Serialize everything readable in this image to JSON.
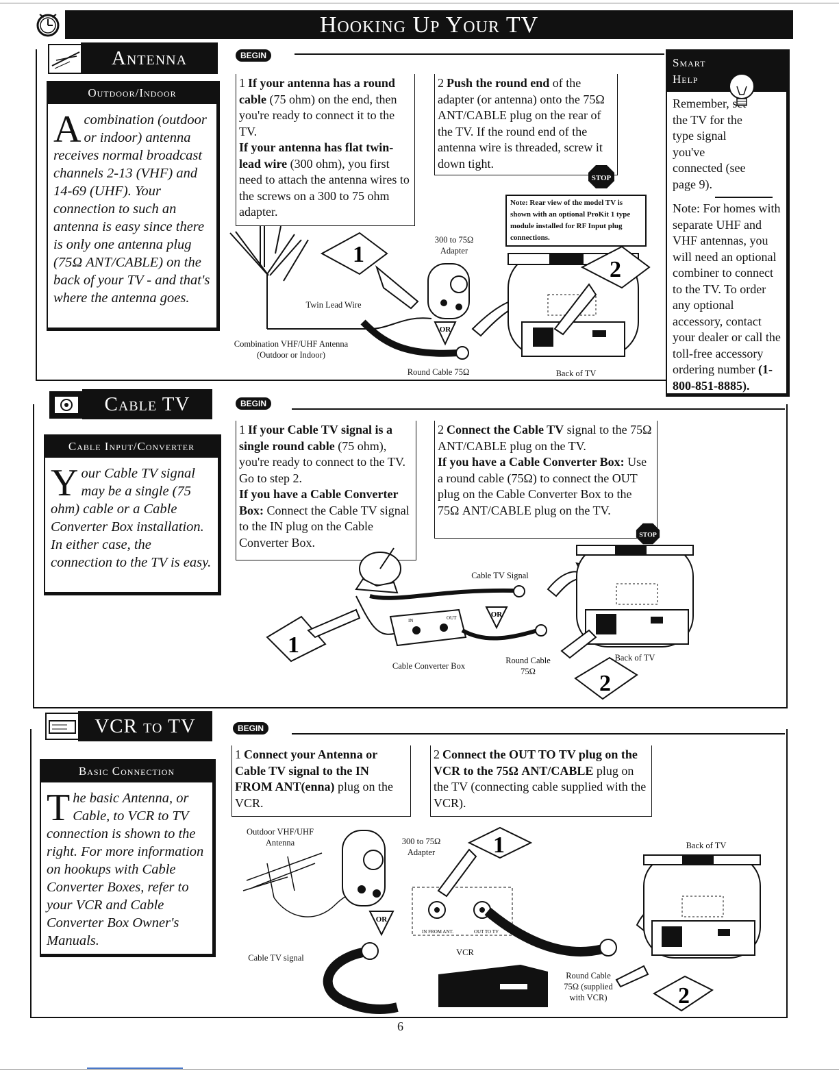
{
  "header": {
    "title": "Hooking Up Your TV"
  },
  "common": {
    "begin": "BEGIN",
    "stop": "STOP",
    "or": "OR"
  },
  "antenna": {
    "title": "Antenna",
    "side_title": "Outdoor/Indoor",
    "side_dropcap": "A",
    "side_text": "combination (outdoor or indoor) antenna receives normal broadcast channels 2-13 (VHF) and 14-69 (UHF). Your connection to such an antenna is easy since there is only one antenna plug (75Ω ANT/CABLE) on the back of your TV - and that's where the antenna goes.",
    "step1_num": "1",
    "step1_lead": "If your antenna has a round cable",
    "step1_text": " (75 ohm) on the end, then you're ready to connect it to the TV.",
    "step1_lead2": "If your antenna has flat twin-lead wire",
    "step1_text2": " (300 ohm), you first need to attach the antenna wires to the screws on a 300 to 75 ohm adapter.",
    "step2_num": "2",
    "step2_lead": "Push the round end",
    "step2_text": " of the adapter (or antenna) onto the 75Ω ANT/CABLE plug on the rear of the TV.  If the round end of the antenna wire is threaded, screw it down tight.",
    "note": "Note: Rear view of the model TV is shown with an optional ProKit 1 type module installed for RF Input plug connections.",
    "captions": {
      "adapter": "300 to 75Ω\nAdapter",
      "twin_lead": "Twin Lead Wire",
      "antenna": "Combination VHF/UHF Antenna\n(Outdoor or Indoor)",
      "round_cable": "Round Cable 75Ω",
      "back_tv": "Back of TV"
    }
  },
  "smart_help": {
    "title_line1": "Smart",
    "title_line2": "Help",
    "remember": "Remember, set the TV for the type signal you've connected (see page 9).",
    "note": "Note: For homes with separate UHF and VHF antennas, you will need an optional combiner to connect to the TV. To order any optional accessory, contact your dealer or call the toll-free accessory ordering number ",
    "phone": "(1-800-851-8885)."
  },
  "cable": {
    "title": "Cable TV",
    "side_title": "Cable Input/Converter",
    "side_dropcap": "Y",
    "side_text": "our Cable TV signal may be a single (75 ohm) cable or a Cable Converter Box installation. In either case, the connection to the TV is easy.",
    "step1_num": "1",
    "step1_lead": "If your Cable TV signal is a single round cable",
    "step1_text": " (75 ohm), you're ready to connect to the TV. Go to step 2.",
    "step1_lead2": "If you have a Cable Converter Box:",
    "step1_text2": " Connect the Cable TV signal to the IN plug on the Cable Converter Box.",
    "step2_num": "2",
    "step2_lead": "Connect the Cable TV",
    "step2_text": " signal to the 75Ω ANT/CABLE plug on the TV.",
    "step2_lead2": "If you have a Cable Converter Box:",
    "step2_text2": " Use a round cable (75Ω) to connect the OUT plug on the Cable Converter Box to the 75Ω ANT/CABLE plug on the TV.",
    "captions": {
      "signal": "Cable TV Signal",
      "converter": "Cable Converter Box",
      "round_cable": "Round Cable\n75Ω",
      "back_tv": "Back of TV",
      "in": "IN",
      "out": "OUT"
    }
  },
  "vcr": {
    "title": "VCR to TV",
    "side_title": "Basic Connection",
    "side_dropcap": "T",
    "side_text": "he basic Antenna, or Cable, to VCR to TV connection is shown to the right. For more information on hookups with Cable Converter Boxes, refer to your VCR and Cable Converter Box Owner's Manuals.",
    "step1_num": "1",
    "step1_lead": "Connect your Antenna or Cable TV signal to the IN FROM ANT(enna)",
    "step1_text": " plug on the VCR.",
    "step2_num": "2",
    "step2_lead": "Connect the OUT TO TV plug on the VCR to the 75Ω ANT/CABLE",
    "step2_text": " plug on the TV (connecting cable supplied with the VCR).",
    "captions": {
      "antenna": "Outdoor VHF/UHF\nAntenna",
      "adapter": "300 to 75Ω\nAdapter",
      "back_tv": "Back of TV",
      "cable_signal": "Cable TV signal",
      "vcr": "VCR",
      "in_from_ant": "IN FROM ANT.",
      "out_to_tv": "OUT TO TV",
      "round_cable": "Round Cable\n75Ω (supplied\nwith VCR)"
    }
  },
  "footer": {
    "page_number": "6"
  }
}
